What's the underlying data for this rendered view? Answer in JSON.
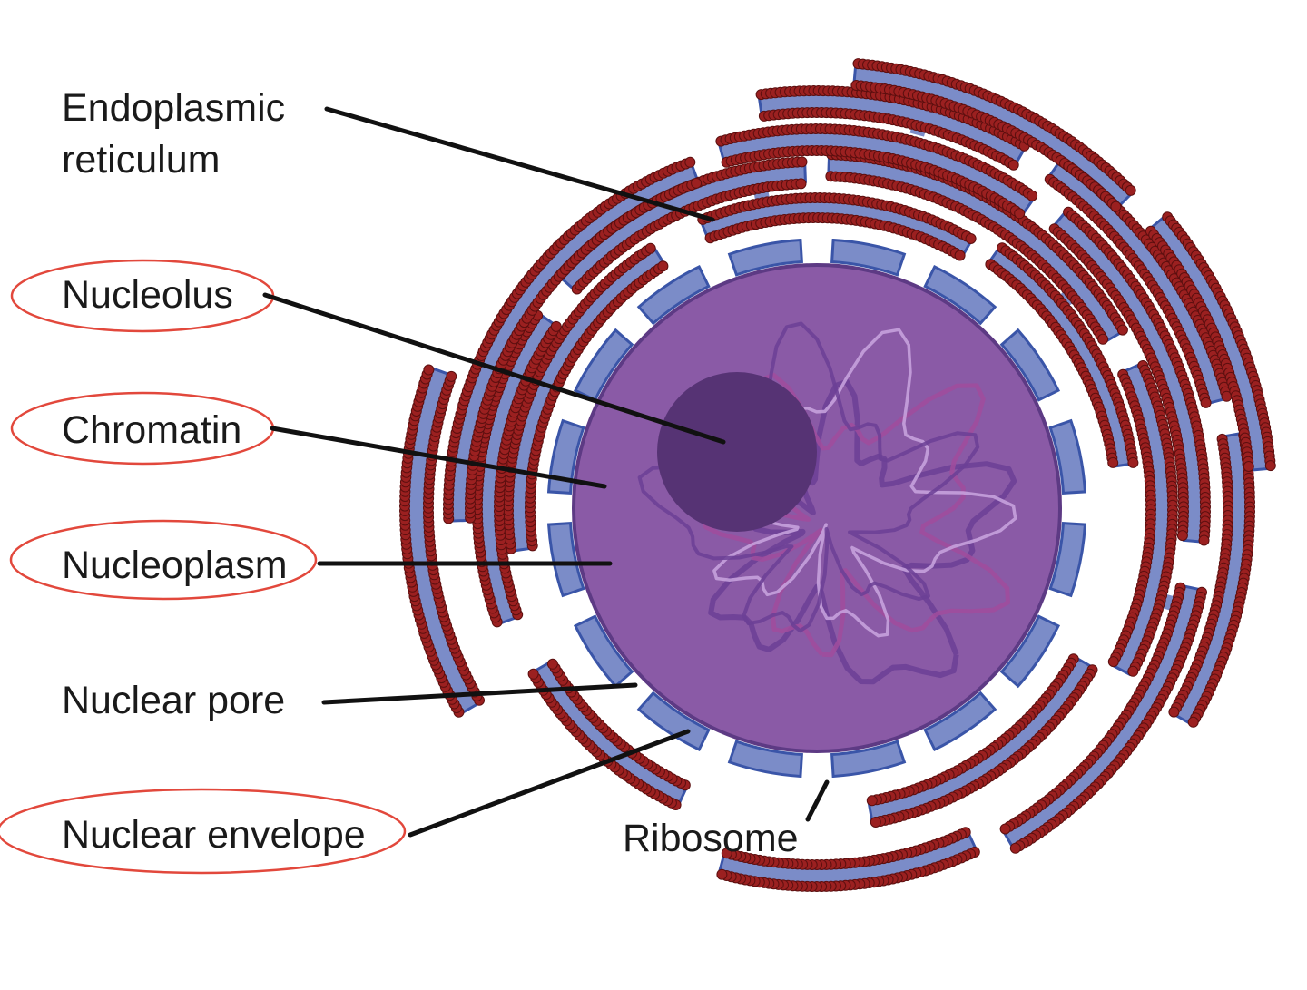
{
  "labels": {
    "endoplasmic_reticulum": [
      "Endoplasmic",
      "reticulum"
    ],
    "nucleolus": "Nucleolus",
    "chromatin": "Chromatin",
    "nucleoplasm": "Nucleoplasm",
    "nuclear_pore": "Nuclear pore",
    "nuclear_envelope": "Nuclear envelope",
    "ribosome": "Ribosome"
  },
  "circled_labels": [
    "nucleolus",
    "chromatin",
    "nucleoplasm",
    "nuclear_envelope"
  ],
  "colors": {
    "er_fill": "#7b8cc8",
    "er_stroke": "#3a55a8",
    "ribosome": "#9b2020",
    "nucleoplasm": "#8a5aa6",
    "nucleus_edge": "#5d3a84",
    "nucleolus": "#563374",
    "chromatin_a": "#6b3f95",
    "chromatin_b": "#a04c9c",
    "chromatin_c": "#c9a6df",
    "circle": "#e2483c",
    "leader": "#111111"
  }
}
